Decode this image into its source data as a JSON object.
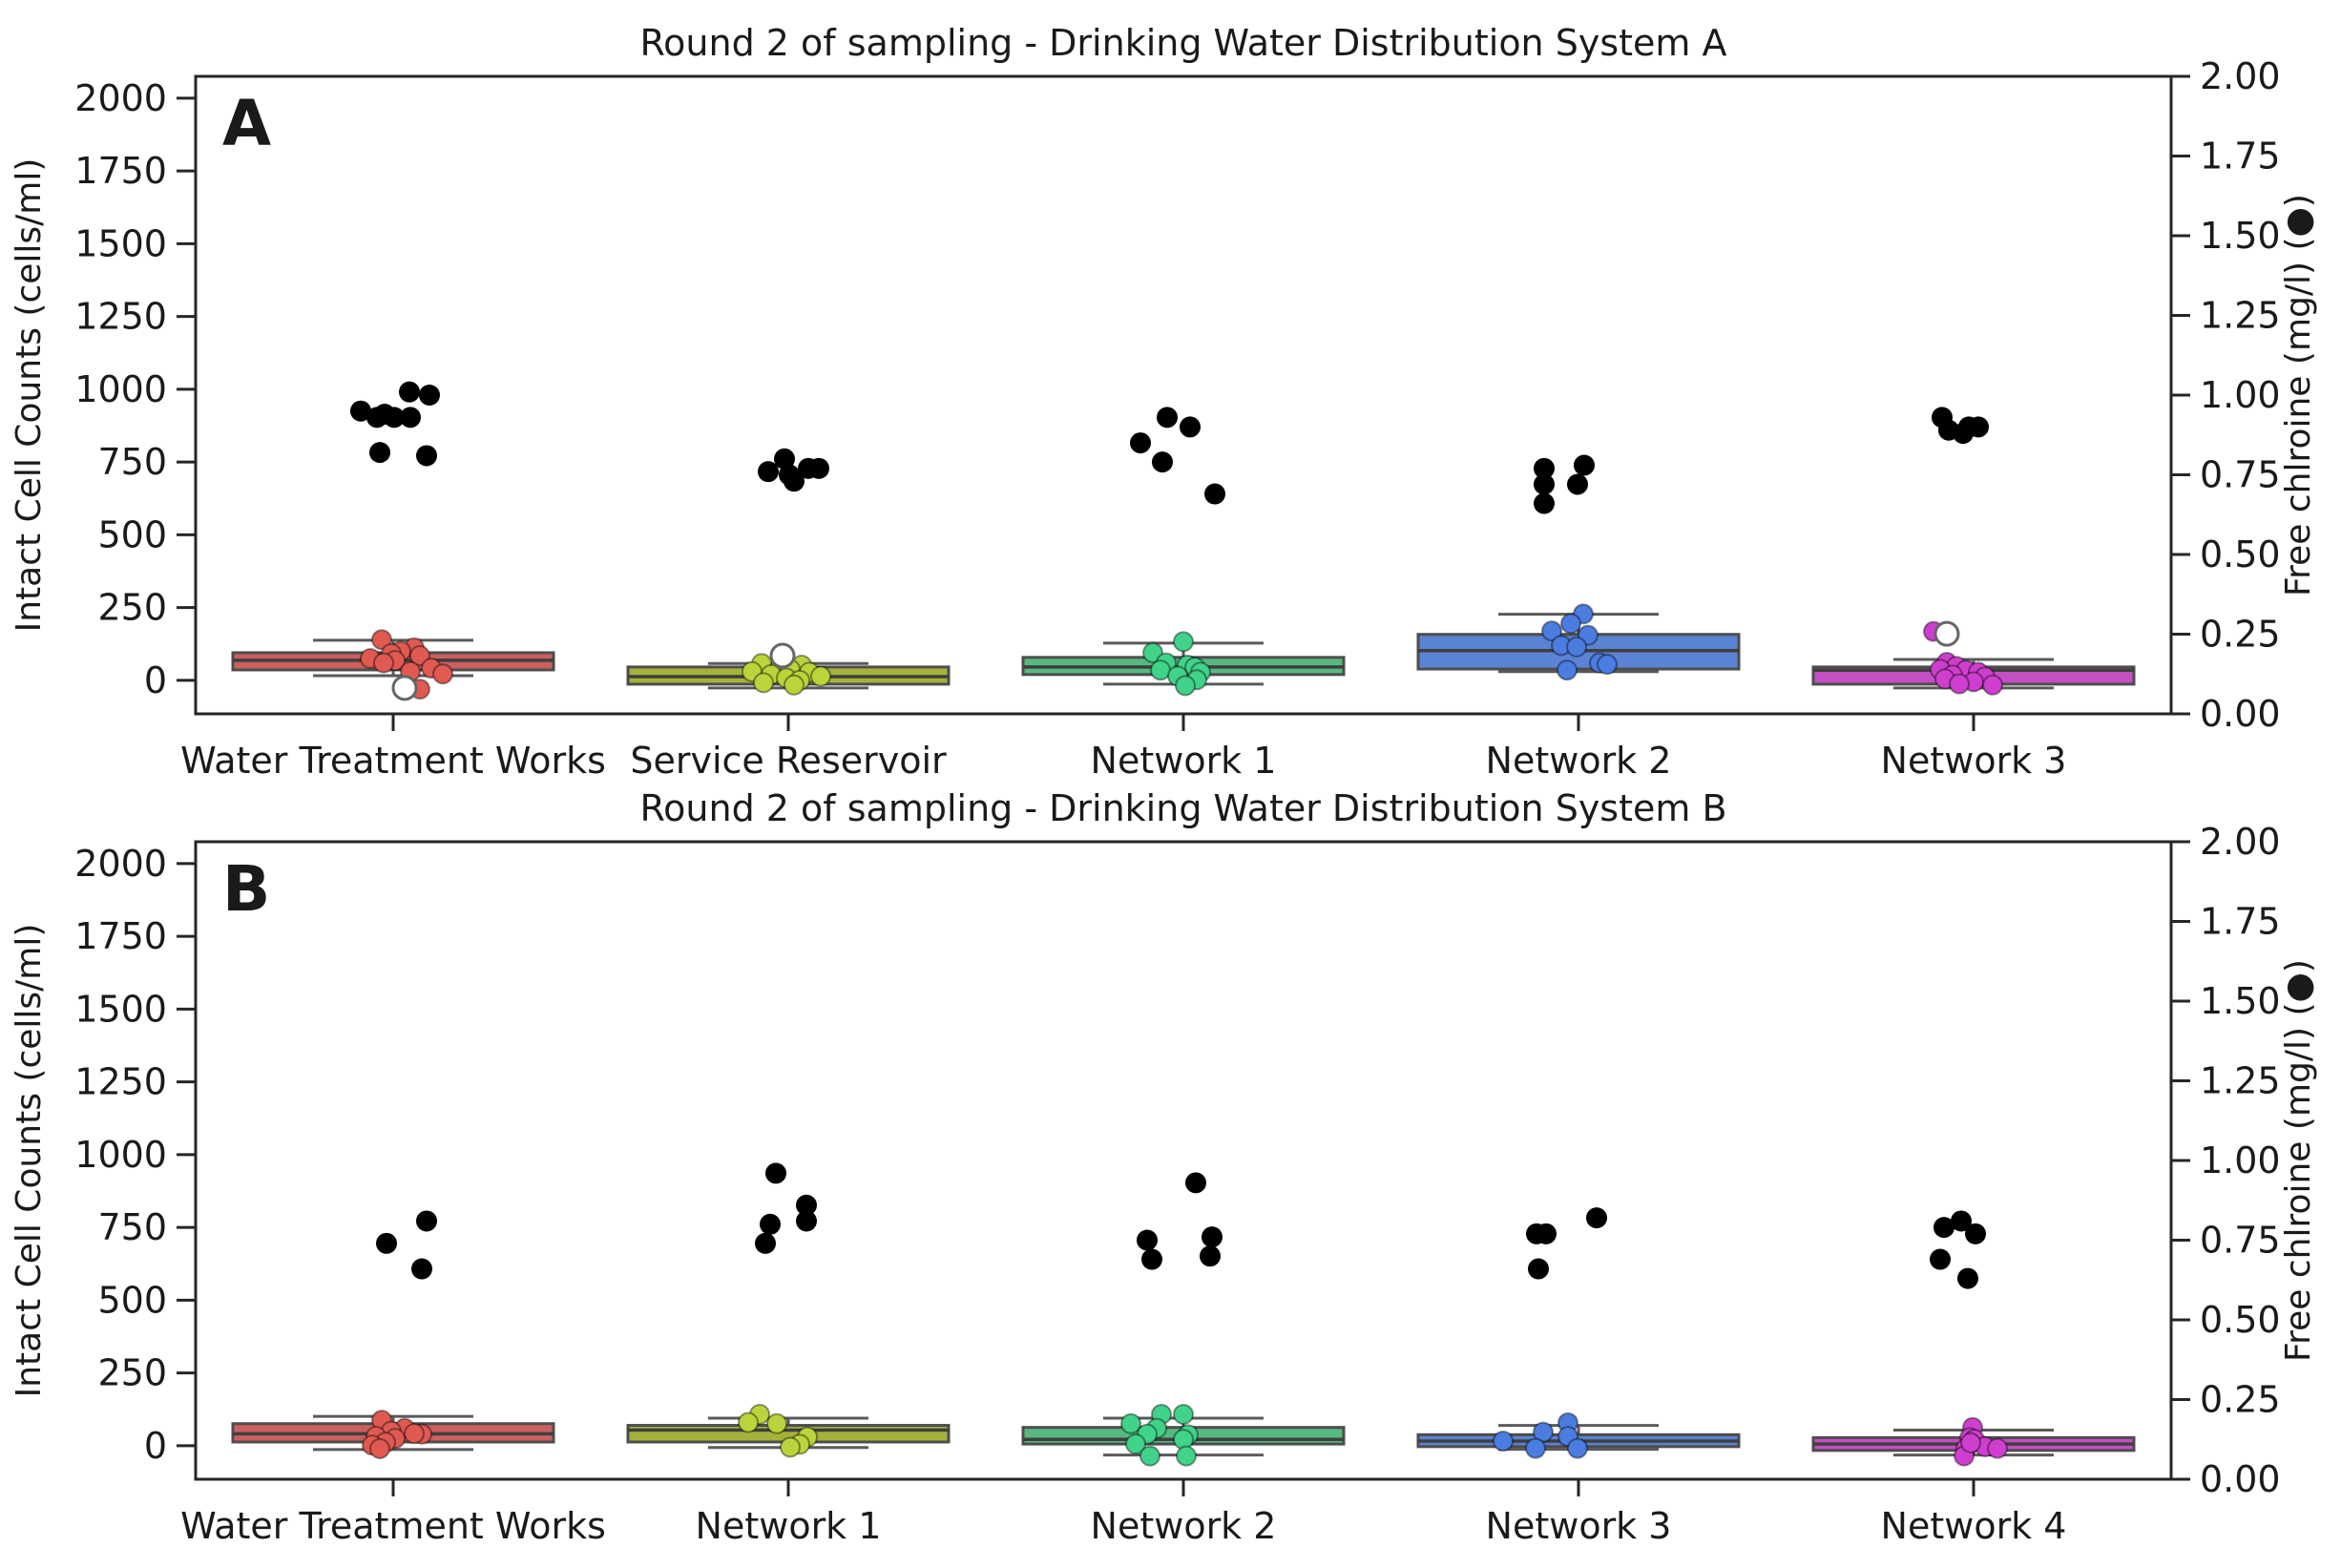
{
  "chart_data": {
    "type": "boxplot-with-points",
    "figure_bg": "#ffffff",
    "frame_color": "#262626",
    "whisker_color": "#5a5a5a",
    "median_color": "#3f3f3f",
    "point_color_chlorine": "#000000",
    "axes": {
      "left": {
        "label": "Intact Cell Counts (cells/ml)",
        "ticks": [
          0,
          250,
          500,
          750,
          1000,
          1250,
          1500,
          1750,
          2000
        ],
        "range": [
          -115,
          2075
        ]
      },
      "right": {
        "label": "Free chlroine (mg/l) (●)",
        "ticks": [
          0,
          0.25,
          0.5,
          0.75,
          1.0,
          1.25,
          1.5,
          1.75,
          2.0
        ],
        "range": [
          0,
          2
        ]
      }
    },
    "palette": [
      {
        "box": "#cd5f5f",
        "dot": "#e05a52"
      },
      {
        "box": "#a6b13c",
        "dot": "#bcd43b"
      },
      {
        "box": "#57b97f",
        "dot": "#41d389"
      },
      {
        "box": "#5b83d3",
        "dot": "#4b7ce0"
      },
      {
        "box": "#c44ec4",
        "dot": "#cf3fcf"
      }
    ],
    "panels": [
      {
        "label": "A",
        "title": "Round 2 of sampling - Drinking Water Distribution System A",
        "categories": [
          {
            "name": "Water Treatment Works",
            "box": {
              "q1": 36,
              "median": 69,
              "q3": 95,
              "whisker_low": 16,
              "whisker_high": 138
            },
            "cell_points": [
              [
                -12,
                140
              ],
              [
                22,
                112
              ],
              [
                8,
                100
              ],
              [
                -2,
                92
              ],
              [
                28,
                85
              ],
              [
                -24,
                75
              ],
              [
                2,
                68
              ],
              [
                -10,
                60
              ],
              [
                40,
                42
              ],
              [
                18,
                30
              ],
              [
                52,
                22
              ],
              [
                28,
                -30
              ]
            ],
            "open_outliers": [
              [
                12,
                -26
              ]
            ],
            "chlorine_points": [
              [
                17,
                1.01
              ],
              [
                38,
                1.0
              ],
              [
                -34,
                0.95
              ],
              [
                -17,
                0.93
              ],
              [
                -9,
                0.94
              ],
              [
                1,
                0.93
              ],
              [
                18,
                0.93
              ],
              [
                -14,
                0.82
              ],
              [
                35,
                0.81
              ]
            ]
          },
          {
            "name": "Service Reservoir",
            "box": {
              "q1": -13,
              "median": 13,
              "q3": 46,
              "whisker_low": -26,
              "whisker_high": 58
            },
            "cell_points": [
              [
                -28,
                58
              ],
              [
                14,
                52
              ],
              [
                -8,
                45
              ],
              [
                2,
                38
              ],
              [
                -38,
                30
              ],
              [
                22,
                28
              ],
              [
                -18,
                20
              ],
              [
                34,
                14
              ],
              [
                -2,
                8
              ],
              [
                12,
                0
              ],
              [
                -26,
                -8
              ],
              [
                6,
                -16
              ]
            ],
            "open_outliers": [
              [
                -6,
                85
              ]
            ],
            "chlorine_points": [
              [
                -4,
                0.8
              ],
              [
                21,
                0.77
              ],
              [
                32,
                0.77
              ],
              [
                -21,
                0.76
              ],
              [
                1,
                0.75
              ],
              [
                6,
                0.73
              ]
            ]
          },
          {
            "name": "Network 1",
            "box": {
              "q1": 20,
              "median": 46,
              "q3": 79,
              "whisker_low": -13,
              "whisker_high": 128
            },
            "cell_points": [
              [
                0,
                133
              ],
              [
                -32,
                95
              ],
              [
                -18,
                60
              ],
              [
                4,
                52
              ],
              [
                12,
                45
              ],
              [
                -24,
                35
              ],
              [
                18,
                28
              ],
              [
                -6,
                15
              ],
              [
                14,
                2
              ],
              [
                2,
                -18
              ]
            ],
            "open_outliers": [],
            "chlorine_points": [
              [
                -17,
                0.93
              ],
              [
                7,
                0.9
              ],
              [
                -45,
                0.85
              ],
              [
                -22,
                0.79
              ],
              [
                33,
                0.69
              ]
            ]
          },
          {
            "name": "Network 2",
            "box": {
              "q1": 39,
              "median": 102,
              "q3": 158,
              "whisker_low": 30,
              "whisker_high": 227
            },
            "cell_points": [
              [
                5,
                228
              ],
              [
                -8,
                195
              ],
              [
                -28,
                170
              ],
              [
                10,
                155
              ],
              [
                -18,
                120
              ],
              [
                -2,
                115
              ],
              [
                22,
                60
              ],
              [
                30,
                55
              ],
              [
                -12,
                35
              ]
            ],
            "open_outliers": [],
            "chlorine_points": [
              [
                -36,
                0.77
              ],
              [
                6,
                0.78
              ],
              [
                -36,
                0.72
              ],
              [
                -1,
                0.72
              ],
              [
                -36,
                0.66
              ]
            ]
          },
          {
            "name": "Network 3",
            "box": {
              "q1": -13,
              "median": 35,
              "q3": 46,
              "whisker_low": -26,
              "whisker_high": 72
            },
            "cell_points": [
              [
                -42,
                168
              ],
              [
                -28,
                62
              ],
              [
                -18,
                48
              ],
              [
                -35,
                38
              ],
              [
                -8,
                35
              ],
              [
                5,
                28
              ],
              [
                -22,
                18
              ],
              [
                12,
                12
              ],
              [
                -30,
                5
              ],
              [
                0,
                -5
              ],
              [
                -15,
                -12
              ],
              [
                20,
                -16
              ]
            ],
            "open_outliers": [
              [
                -28,
                160
              ]
            ],
            "chlorine_points": [
              [
                -33,
                0.93
              ],
              [
                -5,
                0.9
              ],
              [
                5,
                0.9
              ],
              [
                -26,
                0.89
              ],
              [
                -11,
                0.88
              ]
            ]
          }
        ]
      },
      {
        "label": "B",
        "title": "Round 2 of sampling - Drinking Water Distribution System B",
        "categories": [
          {
            "name": "Water Treatment Works",
            "box": {
              "q1": 13,
              "median": 41,
              "q3": 76,
              "whisker_low": -13,
              "whisker_high": 101
            },
            "cell_points": [
              [
                -12,
                88
              ],
              [
                12,
                60
              ],
              [
                -2,
                50
              ],
              [
                30,
                40
              ],
              [
                -18,
                32
              ],
              [
                2,
                25
              ],
              [
                -8,
                12
              ],
              [
                -22,
                2
              ],
              [
                -14,
                -10
              ],
              [
                22,
                42
              ]
            ],
            "open_outliers": [],
            "chlorine_points": [
              [
                35,
                0.81
              ],
              [
                -7,
                0.74
              ],
              [
                30,
                0.66
              ]
            ]
          },
          {
            "name": "Network 1",
            "box": {
              "q1": 13,
              "median": 54,
              "q3": 70,
              "whisker_low": -6,
              "whisker_high": 95
            },
            "cell_points": [
              [
                -30,
                108
              ],
              [
                -42,
                80
              ],
              [
                -12,
                76
              ],
              [
                20,
                30
              ],
              [
                12,
                5
              ],
              [
                2,
                -5
              ]
            ],
            "open_outliers": [],
            "chlorine_points": [
              [
                -13,
                0.96
              ],
              [
                19,
                0.86
              ],
              [
                19,
                0.81
              ],
              [
                -19,
                0.8
              ],
              [
                -24,
                0.74
              ]
            ]
          },
          {
            "name": "Network 2",
            "box": {
              "q1": 6,
              "median": 22,
              "q3": 63,
              "whisker_low": -32,
              "whisker_high": 95
            },
            "cell_points": [
              [
                -23,
                108
              ],
              [
                0,
                108
              ],
              [
                -55,
                76
              ],
              [
                -28,
                60
              ],
              [
                -38,
                40
              ],
              [
                5,
                38
              ],
              [
                0,
                22
              ],
              [
                -50,
                6
              ],
              [
                -35,
                -35
              ],
              [
                3,
                -35
              ]
            ],
            "open_outliers": [],
            "chlorine_points": [
              [
                13,
                0.93
              ],
              [
                30,
                0.76
              ],
              [
                -38,
                0.75
              ],
              [
                28,
                0.7
              ],
              [
                -33,
                0.69
              ]
            ]
          },
          {
            "name": "Network 3",
            "box": {
              "q1": -3,
              "median": 16,
              "q3": 38,
              "whisker_low": -12,
              "whisker_high": 70
            },
            "cell_points": [
              [
                -11,
                79
              ],
              [
                -37,
                47
              ],
              [
                -11,
                32
              ],
              [
                -79,
                16
              ],
              [
                -45,
                -9
              ],
              [
                -1,
                -9
              ]
            ],
            "open_outliers": [],
            "chlorine_points": [
              [
                19,
                0.82
              ],
              [
                -44,
                0.77
              ],
              [
                -34,
                0.77
              ],
              [
                -42,
                0.66
              ]
            ]
          },
          {
            "name": "Network 4",
            "box": {
              "q1": -16,
              "median": 6,
              "q3": 28,
              "whisker_low": -32,
              "whisker_high": 54
            },
            "cell_points": [
              [
                -1,
                63
              ],
              [
                -4,
                28
              ],
              [
                1,
                22
              ],
              [
                12,
                -3
              ],
              [
                -8,
                -9
              ],
              [
                -10,
                -35
              ],
              [
                25,
                -9
              ],
              [
                -3,
                10
              ]
            ],
            "open_outliers": [],
            "chlorine_points": [
              [
                -13,
                0.81
              ],
              [
                -31,
                0.79
              ],
              [
                2,
                0.77
              ],
              [
                -35,
                0.69
              ],
              [
                -6,
                0.63
              ]
            ]
          }
        ]
      }
    ]
  }
}
